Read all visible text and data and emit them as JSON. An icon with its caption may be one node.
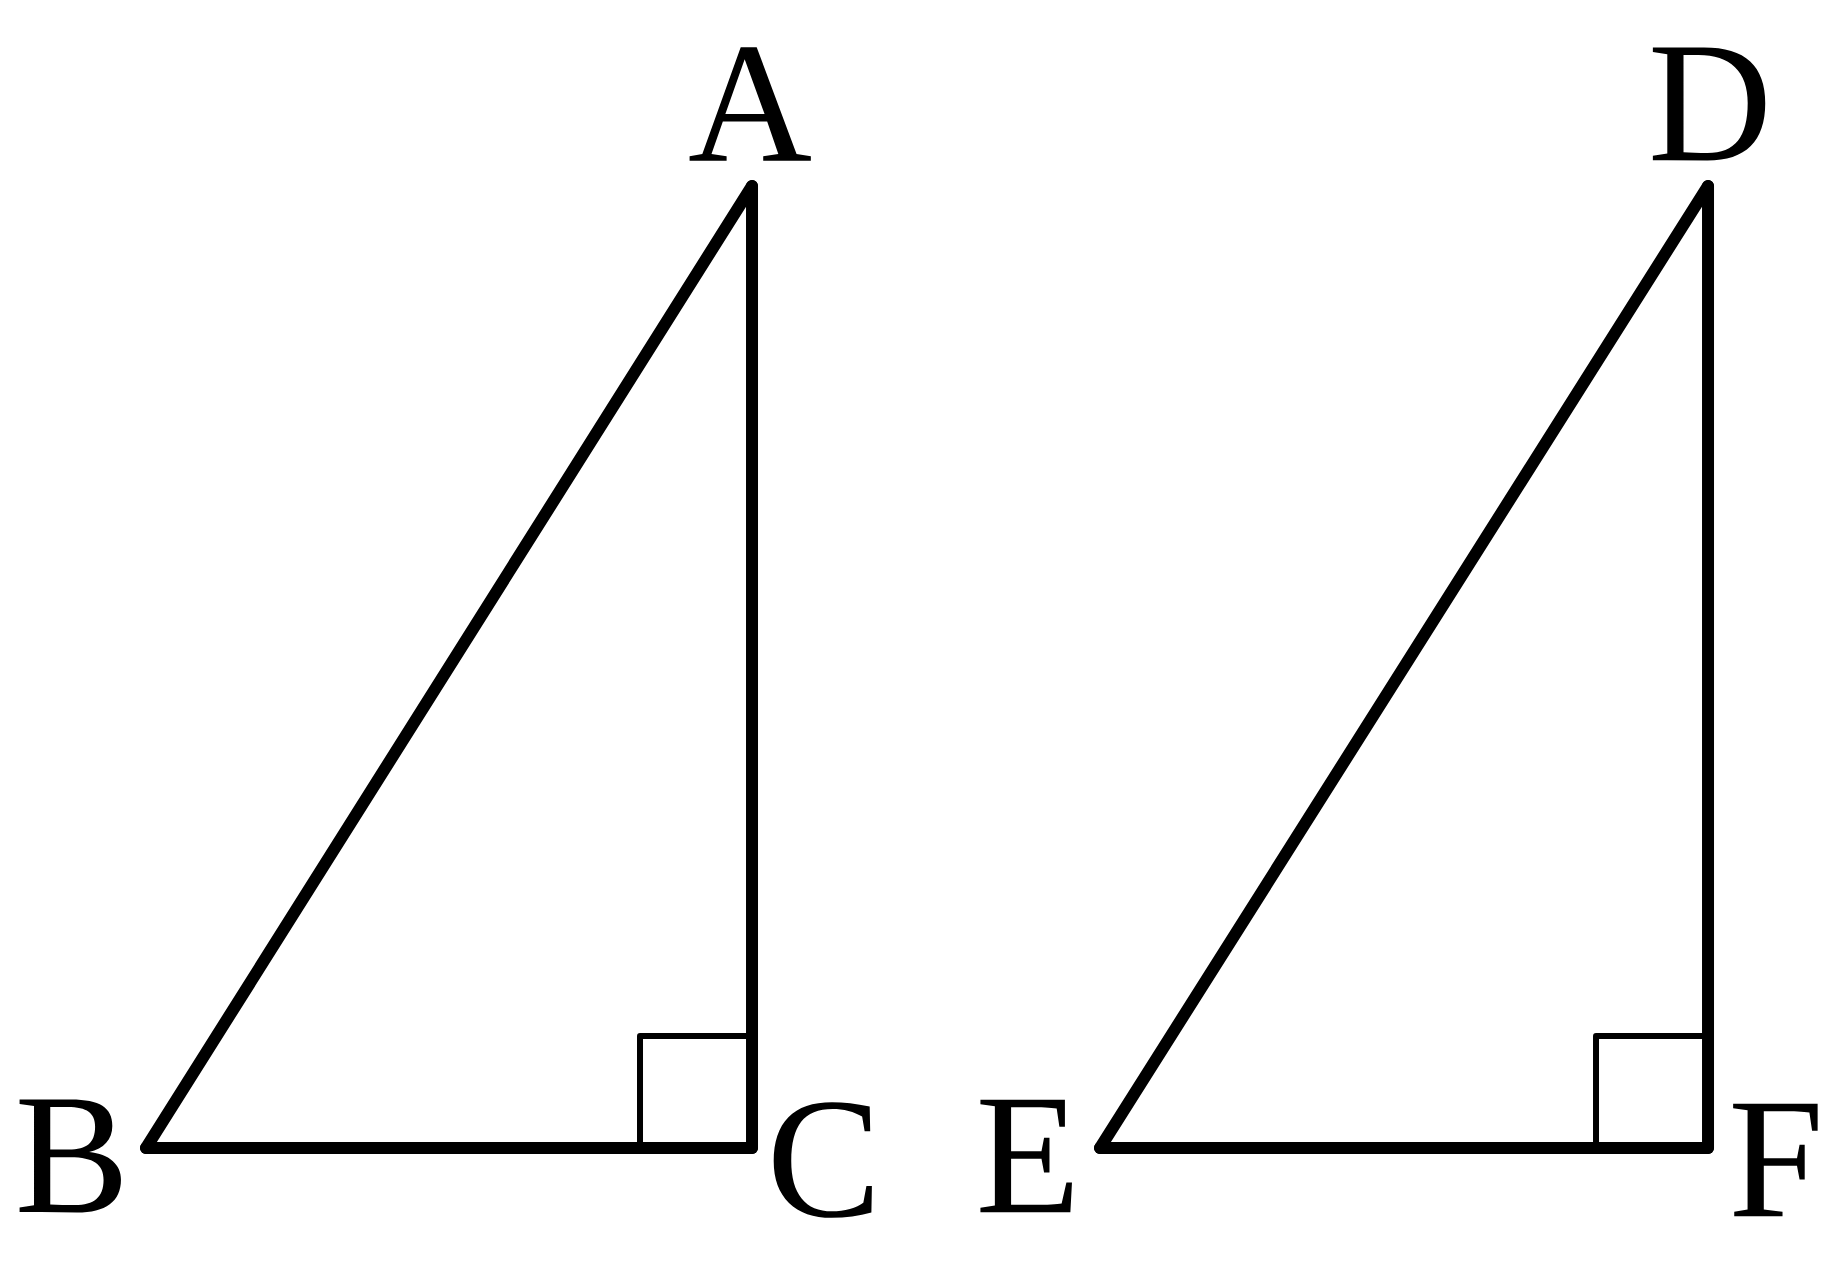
{
  "diagram": {
    "nodes": [
      {
        "text": [],
        "shape": "point",
        "beside": [
          "A"
        ]
      },
      {
        "text": [],
        "shape": "point",
        "beside": [
          "B"
        ]
      },
      {
        "text": [],
        "shape": "point",
        "beside": [
          "C"
        ]
      },
      {
        "text": [],
        "shape": "point",
        "beside": [
          "D"
        ]
      },
      {
        "text": [],
        "shape": "point",
        "beside": [
          "E"
        ]
      },
      {
        "text": [],
        "shape": "point",
        "beside": [
          "F"
        ]
      }
    ],
    "edges": [
      {
        "from": 0,
        "to": 1,
        "arrow": "none"
      },
      {
        "from": 0,
        "to": 2,
        "arrow": "none"
      },
      {
        "from": 1,
        "to": 2,
        "arrow": "none"
      },
      {
        "from": 3,
        "to": 4,
        "arrow": "none"
      },
      {
        "from": 3,
        "to": 5,
        "arrow": "none"
      },
      {
        "from": 4,
        "to": 5,
        "arrow": "none"
      }
    ]
  }
}
